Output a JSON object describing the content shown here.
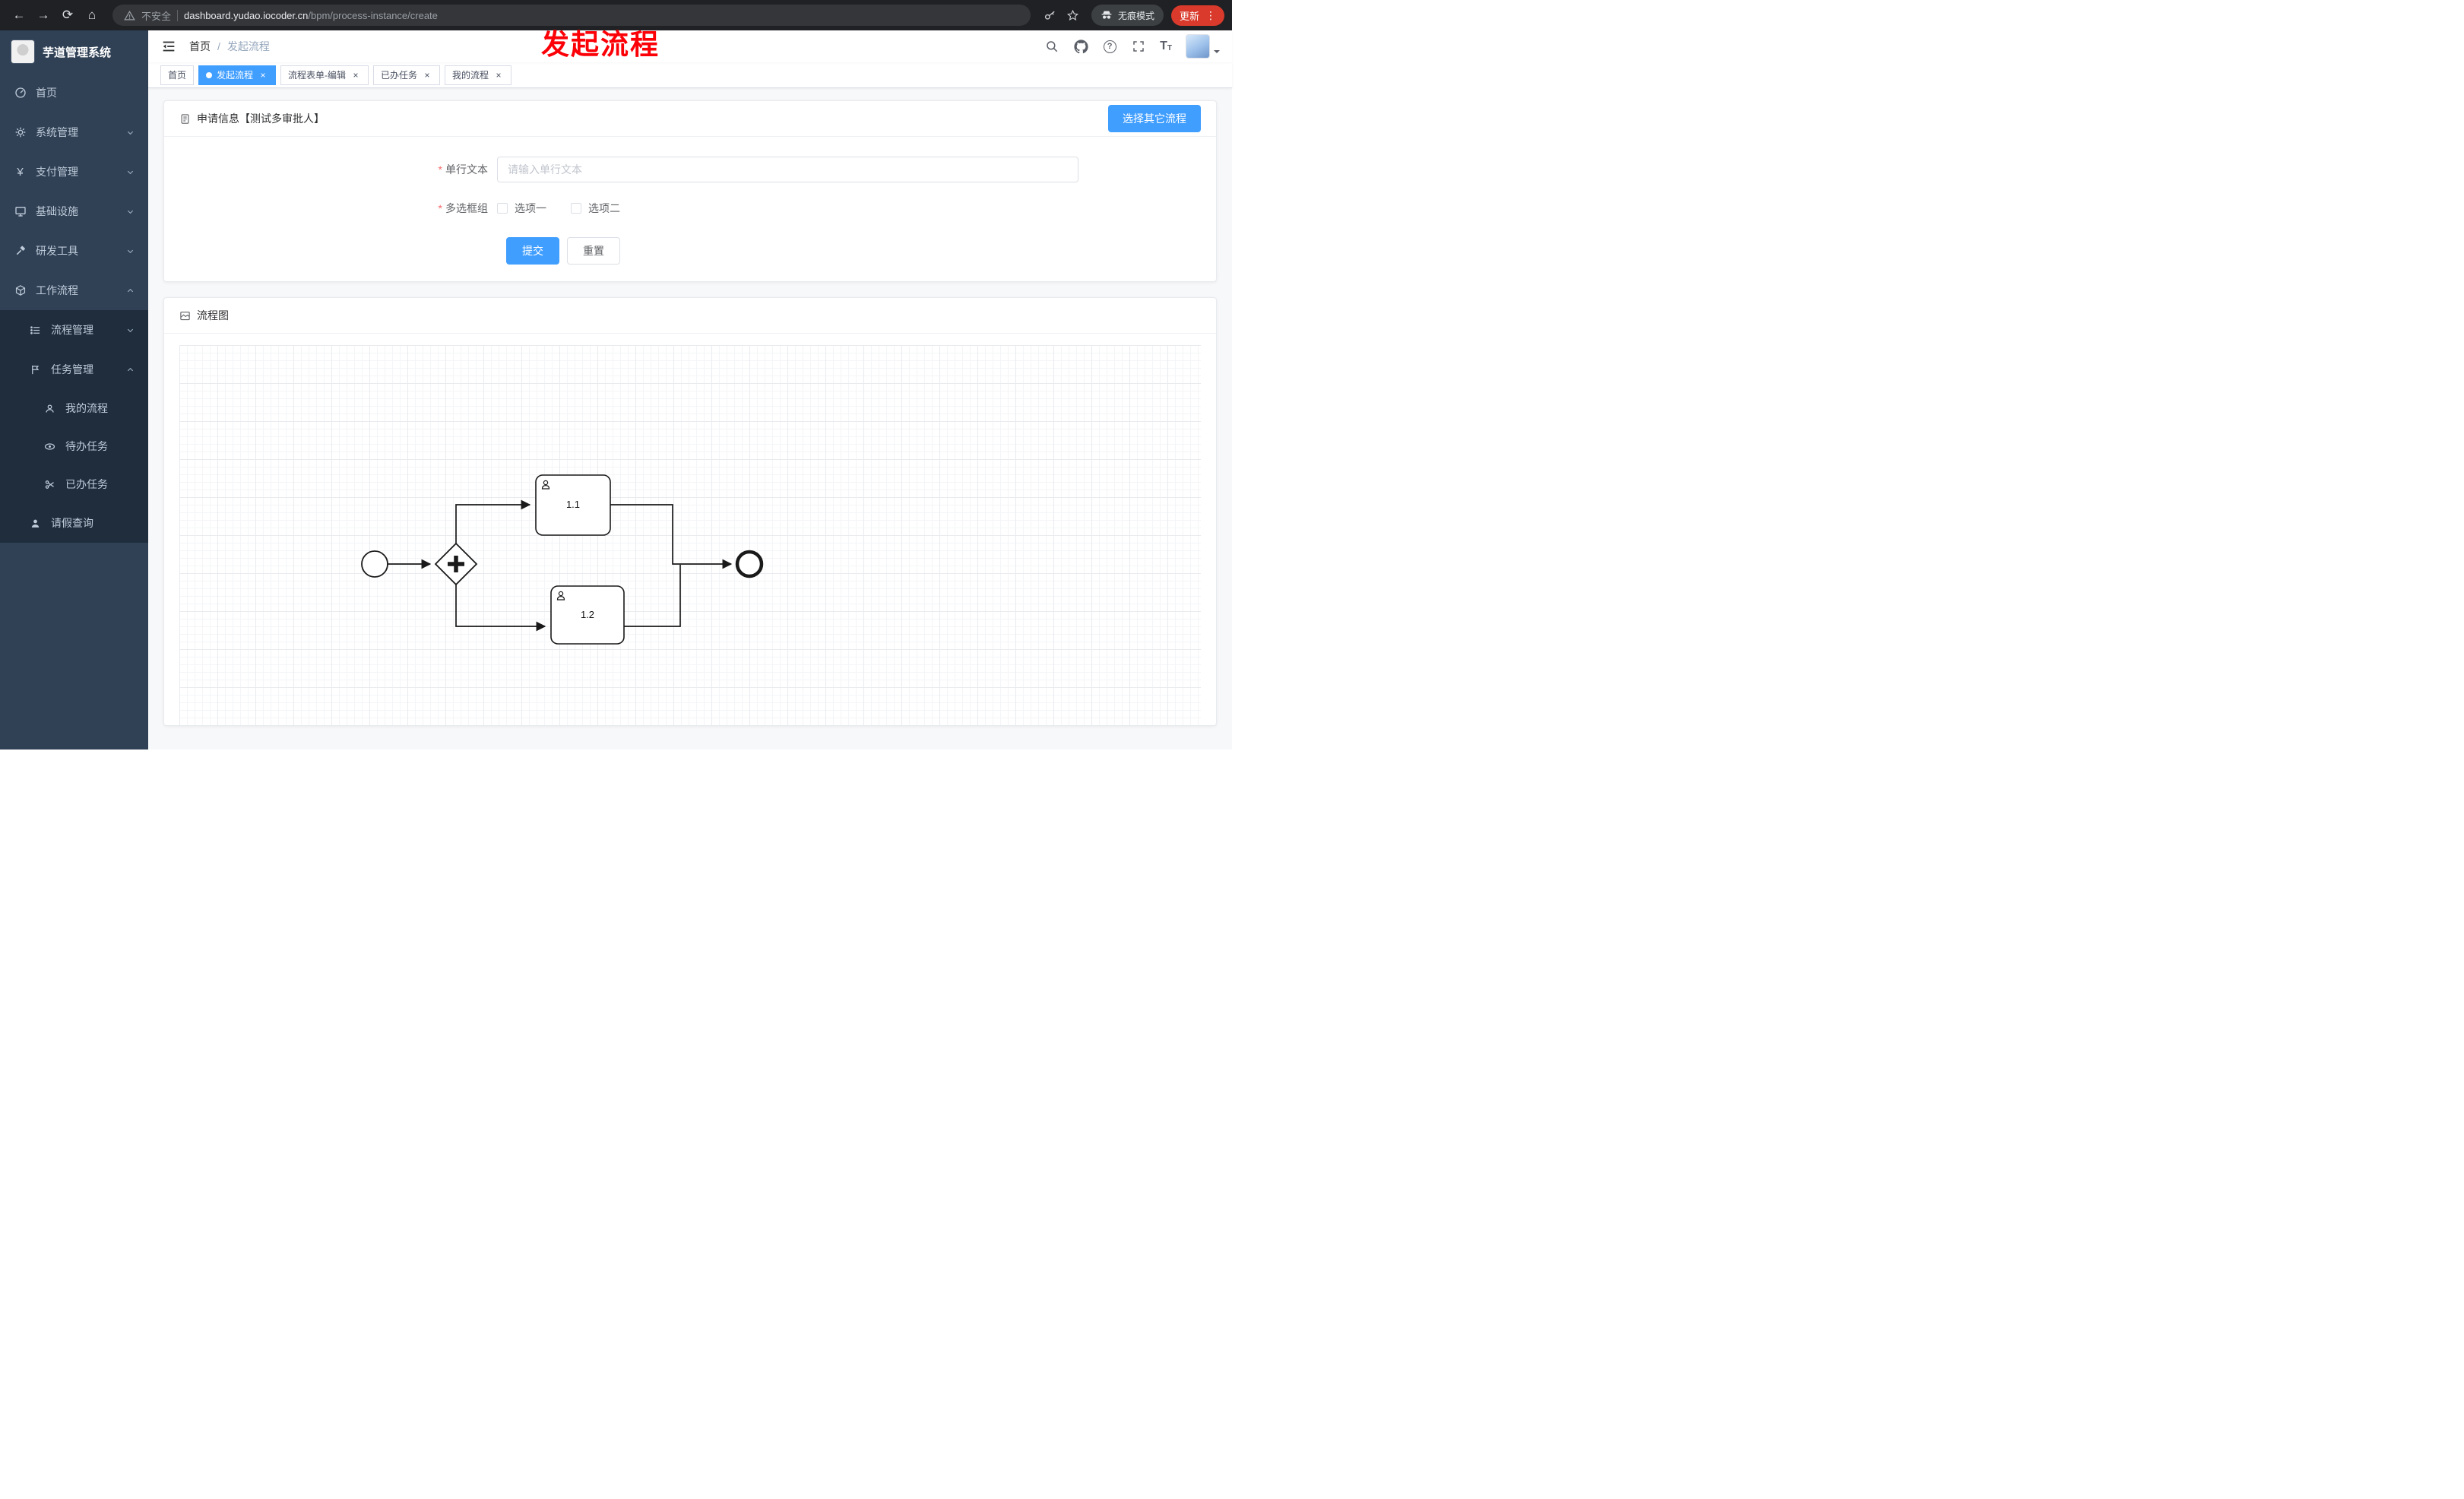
{
  "browser": {
    "security_label": "不安全",
    "url_domain": "dashboard.yudao.iocoder.cn",
    "url_path": "/bpm/process-instance/create",
    "incognito_label": "无痕模式",
    "update_label": "更新"
  },
  "annotation": {
    "text": "发起流程"
  },
  "sidebar": {
    "logo_title": "芋道管理系统",
    "menu": [
      {
        "label": "首页",
        "expandable": false
      },
      {
        "label": "系统管理",
        "expandable": true,
        "state": "collapsed"
      },
      {
        "label": "支付管理",
        "expandable": true,
        "state": "collapsed"
      },
      {
        "label": "基础设施",
        "expandable": true,
        "state": "collapsed"
      },
      {
        "label": "研发工具",
        "expandable": true,
        "state": "collapsed"
      },
      {
        "label": "工作流程",
        "expandable": true,
        "state": "expanded"
      }
    ],
    "workflow_children": [
      {
        "label": "流程管理",
        "state": "collapsed"
      },
      {
        "label": "任务管理",
        "state": "expanded"
      }
    ],
    "task_children": [
      "我的流程",
      "待办任务",
      "已办任务"
    ],
    "leave_item": "请假查询"
  },
  "navbar": {
    "breadcrumb_home": "首页",
    "breadcrumb_current": "发起流程"
  },
  "tabs": [
    {
      "label": "首页",
      "active": false,
      "closable": false
    },
    {
      "label": "发起流程",
      "active": true,
      "closable": true
    },
    {
      "label": "流程表单-编辑",
      "active": false,
      "closable": true
    },
    {
      "label": "已办任务",
      "active": false,
      "closable": true
    },
    {
      "label": "我的流程",
      "active": false,
      "closable": true
    }
  ],
  "form_card": {
    "title": "申请信息【测试多审批人】",
    "switch_button_label": "选择其它流程",
    "single_line_label": "单行文本",
    "single_line_value": "",
    "single_line_placeholder": "请输入单行文本",
    "checkbox_group_label": "多选框组",
    "checkbox_options": [
      "选项一",
      "选项二"
    ],
    "checkbox_checked": [
      false,
      false
    ],
    "submit_label": "提交",
    "reset_label": "重置"
  },
  "diagram_card": {
    "title": "流程图",
    "nodes": [
      {
        "id": "start",
        "type": "startEvent"
      },
      {
        "id": "gateway",
        "type": "parallelGateway"
      },
      {
        "id": "task1",
        "type": "userTask",
        "label": "1.1"
      },
      {
        "id": "task2",
        "type": "userTask",
        "label": "1.2"
      },
      {
        "id": "end",
        "type": "endEvent"
      }
    ],
    "tasks": [
      {
        "label": "1.1"
      },
      {
        "label": "1.2"
      }
    ]
  },
  "icons": {
    "back": "←",
    "forward": "→",
    "reload": "⟳",
    "home": "⌂",
    "more": "⋮",
    "yen": "¥",
    "question": "?",
    "font_size": "T",
    "close": "×",
    "breadcrumb_sep": "/"
  },
  "colors": {
    "accent": "#409eff",
    "sidebar_bg": "#304156",
    "sidebar_sub_bg": "#1f2d3d",
    "browser_bar_bg": "#202124",
    "update_red": "#d93a2b",
    "annotation_red": "#fb0007",
    "required_red": "#f56c6c"
  }
}
